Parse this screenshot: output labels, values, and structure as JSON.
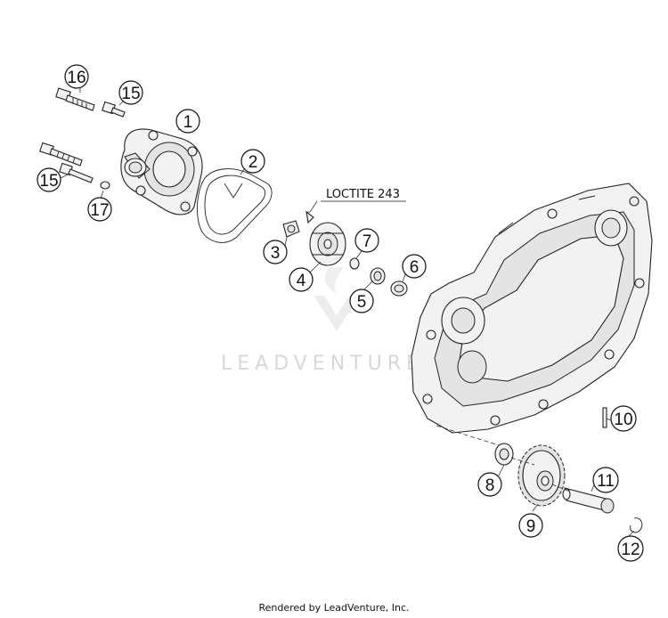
{
  "diagram": {
    "annotation": "LOCTITE 243",
    "watermark": "LEADVENTURE",
    "footer": "Rendered by LeadVenture, Inc.",
    "callouts": [
      {
        "id": "c16",
        "label": "16"
      },
      {
        "id": "c15a",
        "label": "15"
      },
      {
        "id": "c1",
        "label": "1"
      },
      {
        "id": "c15b",
        "label": "15"
      },
      {
        "id": "c17",
        "label": "17"
      },
      {
        "id": "c2",
        "label": "2"
      },
      {
        "id": "c3",
        "label": "3"
      },
      {
        "id": "c4",
        "label": "4"
      },
      {
        "id": "c7",
        "label": "7"
      },
      {
        "id": "c5",
        "label": "5"
      },
      {
        "id": "c6",
        "label": "6"
      },
      {
        "id": "c10",
        "label": "10"
      },
      {
        "id": "c8",
        "label": "8"
      },
      {
        "id": "c11",
        "label": "11"
      },
      {
        "id": "c9",
        "label": "9"
      },
      {
        "id": "c12",
        "label": "12"
      }
    ]
  }
}
